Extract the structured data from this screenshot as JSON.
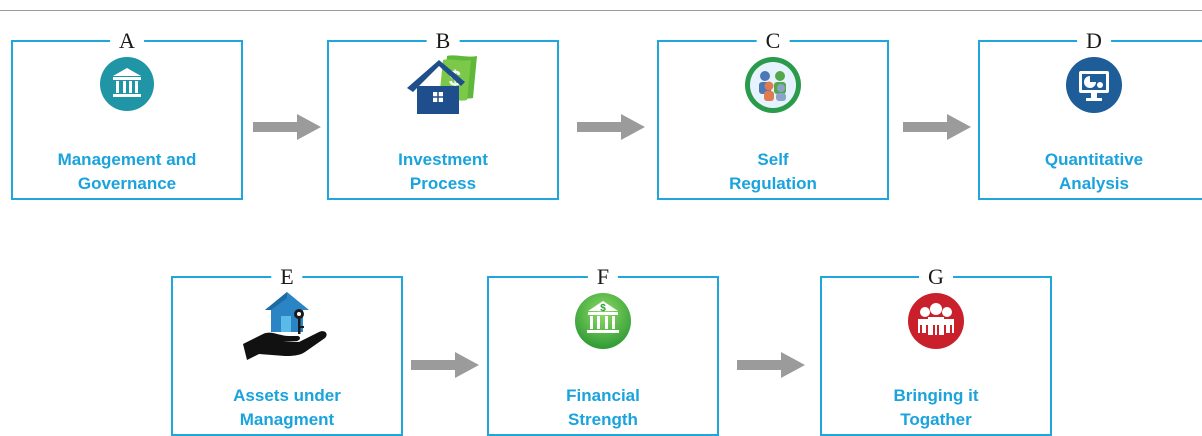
{
  "steps": [
    {
      "letter": "A",
      "line1": "Management and",
      "line2": "Governance",
      "icon": "bank-icon",
      "color": "#2095a6"
    },
    {
      "letter": "B",
      "line1": "Investment",
      "line2": "Process",
      "icon": "house-money-icon",
      "color": "#1f4e8c"
    },
    {
      "letter": "C",
      "line1": "Self",
      "line2": "Regulation",
      "icon": "people-group-icon",
      "color": "#2a9a4b"
    },
    {
      "letter": "D",
      "line1": "Quantitative",
      "line2": "Analysis",
      "icon": "monitor-chart-icon",
      "color": "#1f5d99"
    },
    {
      "letter": "E",
      "line1": "Assets under",
      "line2": "Managment",
      "icon": "house-in-hand-icon",
      "color": "#2b84c4"
    },
    {
      "letter": "F",
      "line1": "Financial",
      "line2": "Strength",
      "icon": "bank-dollar-icon",
      "color": "#2f9a35"
    },
    {
      "letter": "G",
      "line1": "Bringing it",
      "line2": "Togather",
      "icon": "team-icon",
      "color": "#c9202c"
    }
  ],
  "colors": {
    "box_border": "#1fa7db",
    "label_text": "#1aa3dc",
    "arrow": "#9b9b9b"
  }
}
